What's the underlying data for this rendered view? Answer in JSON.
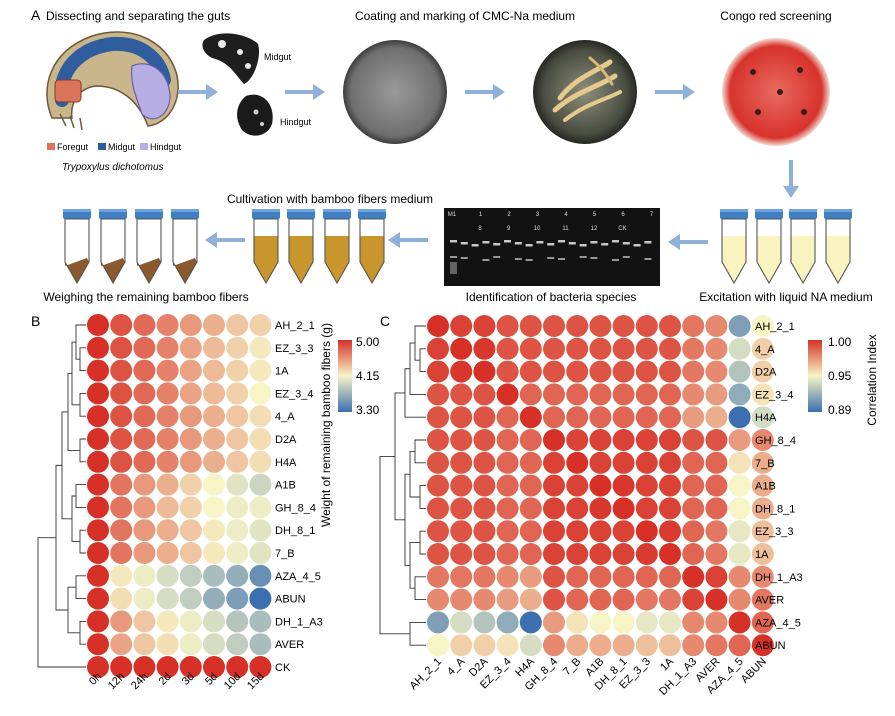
{
  "panel_a": {
    "letter": "A",
    "steps": {
      "dissect": "Dissecting and separating the guts",
      "coating": "Coating and marking of CMC-Na medium",
      "congo": "Congo red screening",
      "cultivation": "Cultivation with bamboo fibers medium",
      "weighing": "Weighing the remaining bamboo fibers",
      "identification": "Identification of bacteria species",
      "excitation": "Excitation with liquid NA medium"
    },
    "gut_labels": {
      "midgut": "Midgut",
      "hindgut": "Hindgut"
    },
    "legend": {
      "foregut": "Foregut",
      "midgut": "Midgut",
      "hindgut": "Hindgut"
    },
    "species": "Trypoxylus dichotomus",
    "gel_lanes_top": [
      "M1",
      "1",
      "2",
      "3",
      "4",
      "5",
      "6",
      "7"
    ],
    "gel_lanes_bottom": [
      "8",
      "9",
      "10",
      "11",
      "12",
      "CK"
    ],
    "colors": {
      "foregut": "#d9735a",
      "midgut": "#2f5d9e",
      "hindgut": "#b8aee6",
      "arrow": "#8fb0d8",
      "tube_cap": "#3f7fc4",
      "medium_brown": "#c8962c",
      "medium_yellow": "#f8f3bf",
      "fiber": "#8a5a2e"
    }
  },
  "chart_data": [
    {
      "panel": "B",
      "type": "heatmap",
      "columns": [
        "0h",
        "12h",
        "24h",
        "2d",
        "3d",
        "5d",
        "10d",
        "15d"
      ],
      "rows": [
        "AH_2_1",
        "EZ_3_3",
        "1A",
        "EZ_3_4",
        "4_A",
        "D2A",
        "H4A",
        "A1B",
        "GH_8_4",
        "DH_8_1",
        "7_B",
        "AZA_4_5",
        "ABUN",
        "DH_1_A3",
        "AVER",
        "CK"
      ],
      "values": [
        [
          5.0,
          4.85,
          4.75,
          4.65,
          4.55,
          4.45,
          4.35,
          4.3
        ],
        [
          5.0,
          4.85,
          4.75,
          4.65,
          4.5,
          4.4,
          4.3,
          4.2
        ],
        [
          5.0,
          4.85,
          4.75,
          4.65,
          4.5,
          4.4,
          4.3,
          4.2
        ],
        [
          5.0,
          4.85,
          4.75,
          4.65,
          4.5,
          4.4,
          4.3,
          4.15
        ],
        [
          5.0,
          4.85,
          4.75,
          4.65,
          4.55,
          4.45,
          4.35,
          4.25
        ],
        [
          5.0,
          4.85,
          4.75,
          4.65,
          4.55,
          4.45,
          4.35,
          4.25
        ],
        [
          5.0,
          4.85,
          4.75,
          4.65,
          4.55,
          4.45,
          4.35,
          4.25
        ],
        [
          5.0,
          4.7,
          4.55,
          4.45,
          4.3,
          4.15,
          4.05,
          3.95
        ],
        [
          5.0,
          4.7,
          4.55,
          4.4,
          4.3,
          4.15,
          4.1,
          4.1
        ],
        [
          5.0,
          4.7,
          4.55,
          4.45,
          4.35,
          4.2,
          4.1,
          4.05
        ],
        [
          5.0,
          4.7,
          4.55,
          4.45,
          4.35,
          4.2,
          4.1,
          4.05
        ],
        [
          5.0,
          4.2,
          4.1,
          4.0,
          3.9,
          3.8,
          3.7,
          3.5
        ],
        [
          5.0,
          4.25,
          4.1,
          4.0,
          3.9,
          3.7,
          3.6,
          3.3
        ],
        [
          5.0,
          4.55,
          4.35,
          4.2,
          4.1,
          4.0,
          3.85,
          3.8
        ],
        [
          5.0,
          4.5,
          4.35,
          4.25,
          4.1,
          4.0,
          3.9,
          3.8
        ],
        [
          5.0,
          5.0,
          5.0,
          5.0,
          5.0,
          5.0,
          5.0,
          5.0
        ]
      ],
      "legend": {
        "title": "Weight of remaining bamboo fibers (g)",
        "min": 3.3,
        "max": 5.0,
        "ticks": [
          "5.00",
          "4.15",
          "3.30"
        ]
      }
    },
    {
      "panel": "C",
      "type": "heatmap",
      "columns": [
        "AH_2_1",
        "4_A",
        "D2A",
        "EZ_3_4",
        "H4A",
        "GH_8_4",
        "7_B",
        "A1B",
        "DH_8_1",
        "EZ_3_3",
        "1A",
        "DH_1_A3",
        "AVER",
        "AZA_4_5",
        "ABUN"
      ],
      "rows": [
        "AH_2_1",
        "4_A",
        "D2A",
        "EZ_3_4",
        "H4A",
        "GH_8_4",
        "7_B",
        "A1B",
        "DH_8_1",
        "EZ_3_3",
        "1A",
        "DH_1_A3",
        "AVER",
        "AZA_4_5",
        "ABUN"
      ],
      "values": [
        [
          1.0,
          0.995,
          0.995,
          0.99,
          0.99,
          0.99,
          0.99,
          0.99,
          0.99,
          0.99,
          0.99,
          0.98,
          0.975,
          0.91,
          0.945
        ],
        [
          0.995,
          1.0,
          0.998,
          0.99,
          0.99,
          0.99,
          0.99,
          0.99,
          0.99,
          0.99,
          0.99,
          0.98,
          0.975,
          0.935,
          0.955
        ],
        [
          0.995,
          0.998,
          1.0,
          0.99,
          0.99,
          0.99,
          0.99,
          0.99,
          0.99,
          0.99,
          0.99,
          0.98,
          0.975,
          0.925,
          0.955
        ],
        [
          0.99,
          0.99,
          0.99,
          1.0,
          0.985,
          0.985,
          0.985,
          0.985,
          0.985,
          0.985,
          0.985,
          0.975,
          0.97,
          0.915,
          0.95
        ],
        [
          0.99,
          0.99,
          0.99,
          0.985,
          1.0,
          0.985,
          0.985,
          0.985,
          0.985,
          0.985,
          0.985,
          0.97,
          0.965,
          0.89,
          0.935
        ],
        [
          0.99,
          0.99,
          0.99,
          0.985,
          0.985,
          1.0,
          0.995,
          0.995,
          0.995,
          0.995,
          0.995,
          0.99,
          0.99,
          0.97,
          0.975
        ],
        [
          0.99,
          0.99,
          0.99,
          0.985,
          0.985,
          0.995,
          1.0,
          0.995,
          0.995,
          0.995,
          0.995,
          0.985,
          0.985,
          0.95,
          0.965
        ],
        [
          0.99,
          0.99,
          0.99,
          0.985,
          0.985,
          0.995,
          0.995,
          1.0,
          0.998,
          0.995,
          0.995,
          0.985,
          0.985,
          0.945,
          0.965
        ],
        [
          0.99,
          0.99,
          0.99,
          0.985,
          0.985,
          0.995,
          0.995,
          0.998,
          1.0,
          0.995,
          0.995,
          0.985,
          0.985,
          0.945,
          0.965
        ],
        [
          0.99,
          0.99,
          0.99,
          0.985,
          0.985,
          0.995,
          0.995,
          0.995,
          0.995,
          1.0,
          0.997,
          0.985,
          0.98,
          0.94,
          0.96
        ],
        [
          0.99,
          0.99,
          0.99,
          0.985,
          0.985,
          0.995,
          0.995,
          0.995,
          0.995,
          0.997,
          1.0,
          0.985,
          0.98,
          0.94,
          0.96
        ],
        [
          0.98,
          0.98,
          0.98,
          0.975,
          0.97,
          0.99,
          0.985,
          0.985,
          0.985,
          0.985,
          0.985,
          1.0,
          0.995,
          0.975,
          0.975
        ],
        [
          0.975,
          0.975,
          0.975,
          0.97,
          0.965,
          0.99,
          0.985,
          0.985,
          0.985,
          0.98,
          0.98,
          0.995,
          1.0,
          0.975,
          0.98
        ],
        [
          0.91,
          0.935,
          0.925,
          0.915,
          0.89,
          0.97,
          0.95,
          0.945,
          0.945,
          0.94,
          0.94,
          0.975,
          0.975,
          1.0,
          0.985
        ],
        [
          0.945,
          0.955,
          0.955,
          0.95,
          0.935,
          0.975,
          0.965,
          0.965,
          0.965,
          0.96,
          0.96,
          0.975,
          0.98,
          0.985,
          1.0
        ]
      ],
      "legend": {
        "title": "Correlation Index",
        "min": 0.89,
        "max": 1.0,
        "ticks": [
          "1.00",
          "0.95",
          "0.89"
        ]
      }
    }
  ],
  "panel_b_letter": "B",
  "panel_c_letter": "C"
}
